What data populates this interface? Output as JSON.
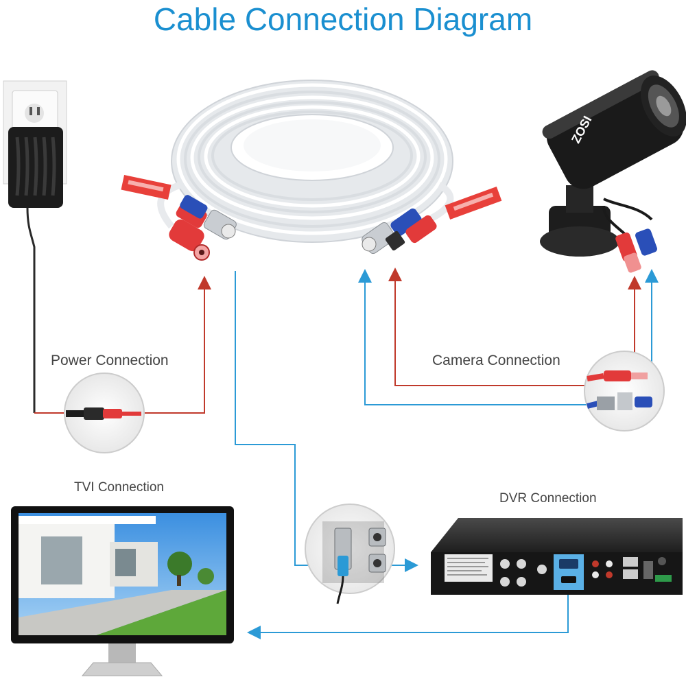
{
  "header": {
    "title": "Cable Connection Diagram"
  },
  "labels": {
    "power": "Power Connection",
    "camera": "Camera Connection",
    "tvi": "TVI Connection",
    "dvr": "DVR Connection"
  },
  "brand": {
    "camera_logo": "ZOSI"
  },
  "colors": {
    "title": "#1a8fd0",
    "red_line": "#c0392b",
    "blue_line": "#2b9ad6",
    "cable": "#eef0f2",
    "bnc_blue": "#2a4fb8",
    "power_red": "#e23a3a"
  }
}
